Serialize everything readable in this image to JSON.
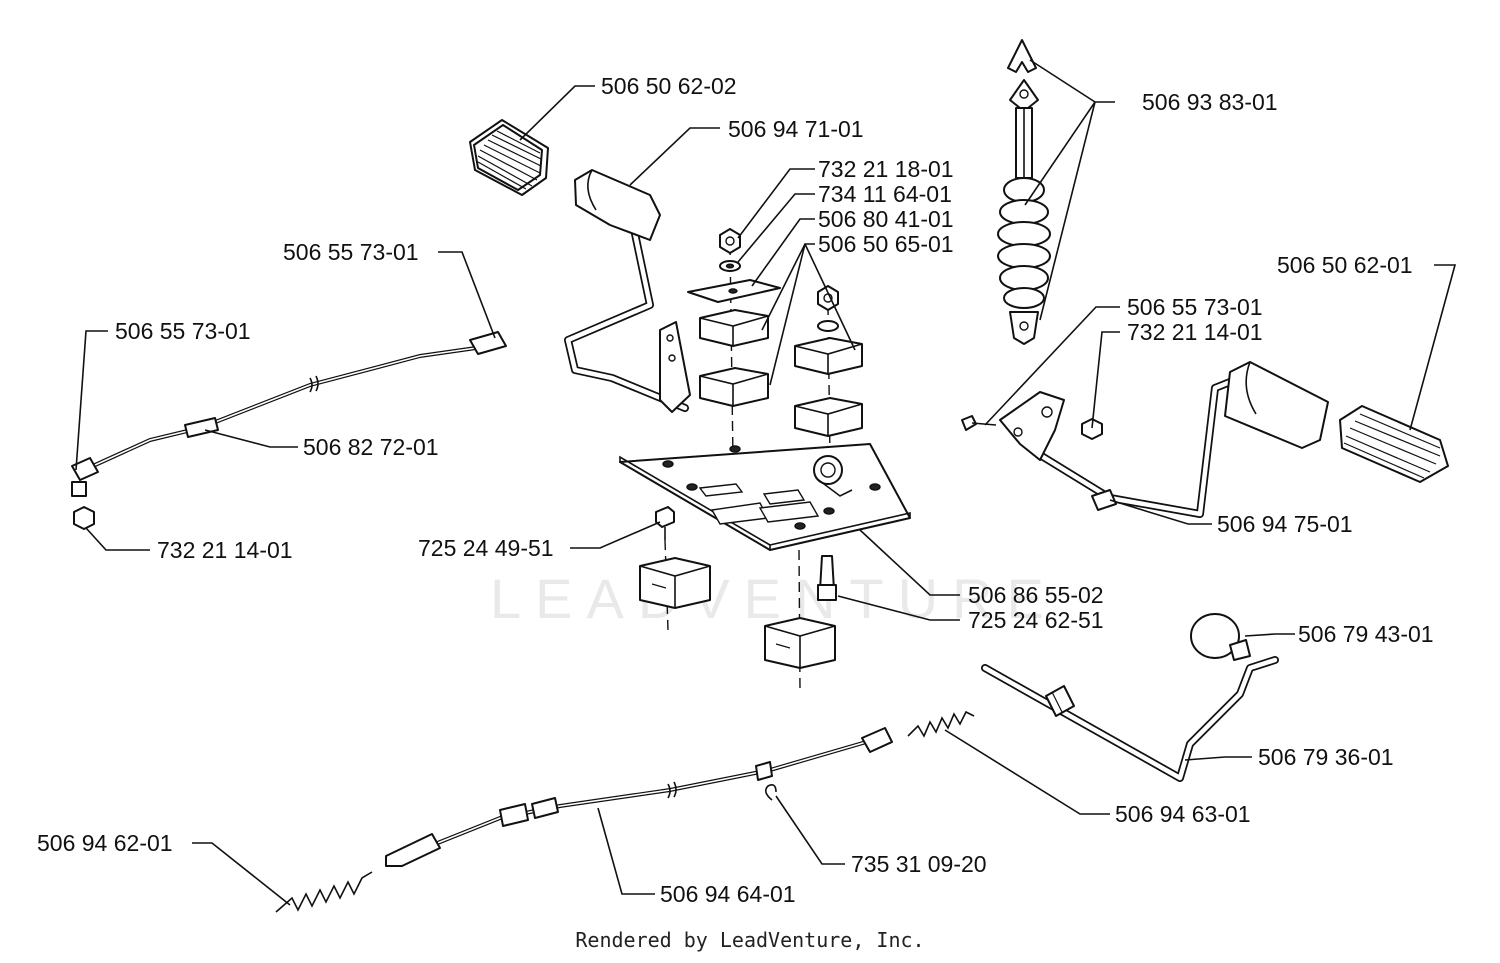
{
  "watermark": "LEADVENTURE",
  "footer": "Rendered by LeadVenture, Inc.",
  "labels": {
    "p_506_50_62_02": "506 50 62-02",
    "p_506_94_71_01": "506 94 71-01",
    "p_506_93_83_01": "506 93 83-01",
    "p_732_21_18_01": "732 21 18-01",
    "p_734_11_64_01": "734 11 64-01",
    "p_506_80_41_01": "506 80 41-01",
    "p_506_50_65_01": "506 50 65-01",
    "p_506_55_73_01_a": "506 55 73-01",
    "p_506_50_62_01": "506 50 62-01",
    "p_506_55_73_01_b": "506 55 73-01",
    "p_506_55_73_01_c": "506 55 73-01",
    "p_732_21_14_01_a": "732 21 14-01",
    "p_506_82_72_01": "506 82 72-01",
    "p_732_21_14_01_b": "732 21 14-01",
    "p_725_24_49_51": "725 24 49-51",
    "p_506_94_75_01": "506 94 75-01",
    "p_506_86_55_02": "506 86 55-02",
    "p_725_24_62_51": "725 24 62-51",
    "p_506_79_43_01": "506 79 43-01",
    "p_506_79_36_01": "506 79 36-01",
    "p_506_94_63_01": "506 94 63-01",
    "p_506_94_62_01": "506 94 62-01",
    "p_735_31_09_20": "735 31 09-20",
    "p_506_94_64_01": "506 94 64-01"
  }
}
